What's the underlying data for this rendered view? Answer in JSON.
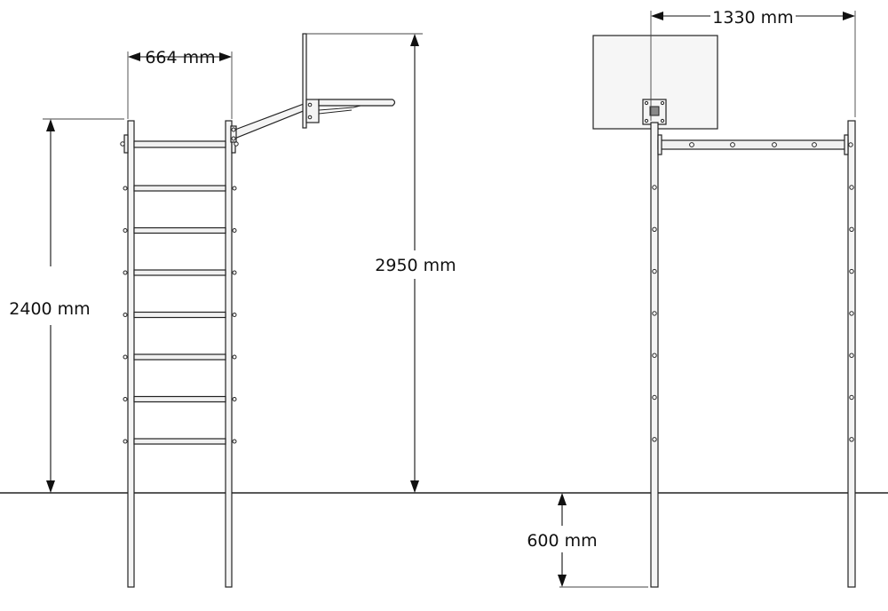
{
  "dimensions": {
    "width_664": "664 mm",
    "height_2400": "2400 mm",
    "height_2950": "2950 mm",
    "width_1330": "1330 mm",
    "depth_600": "600 mm"
  },
  "structure": {
    "ladder_rungs": 7,
    "side_post_holes": 7
  },
  "colors": {
    "line": "#222222",
    "fill": "#f4f4f4",
    "background": "#ffffff"
  }
}
